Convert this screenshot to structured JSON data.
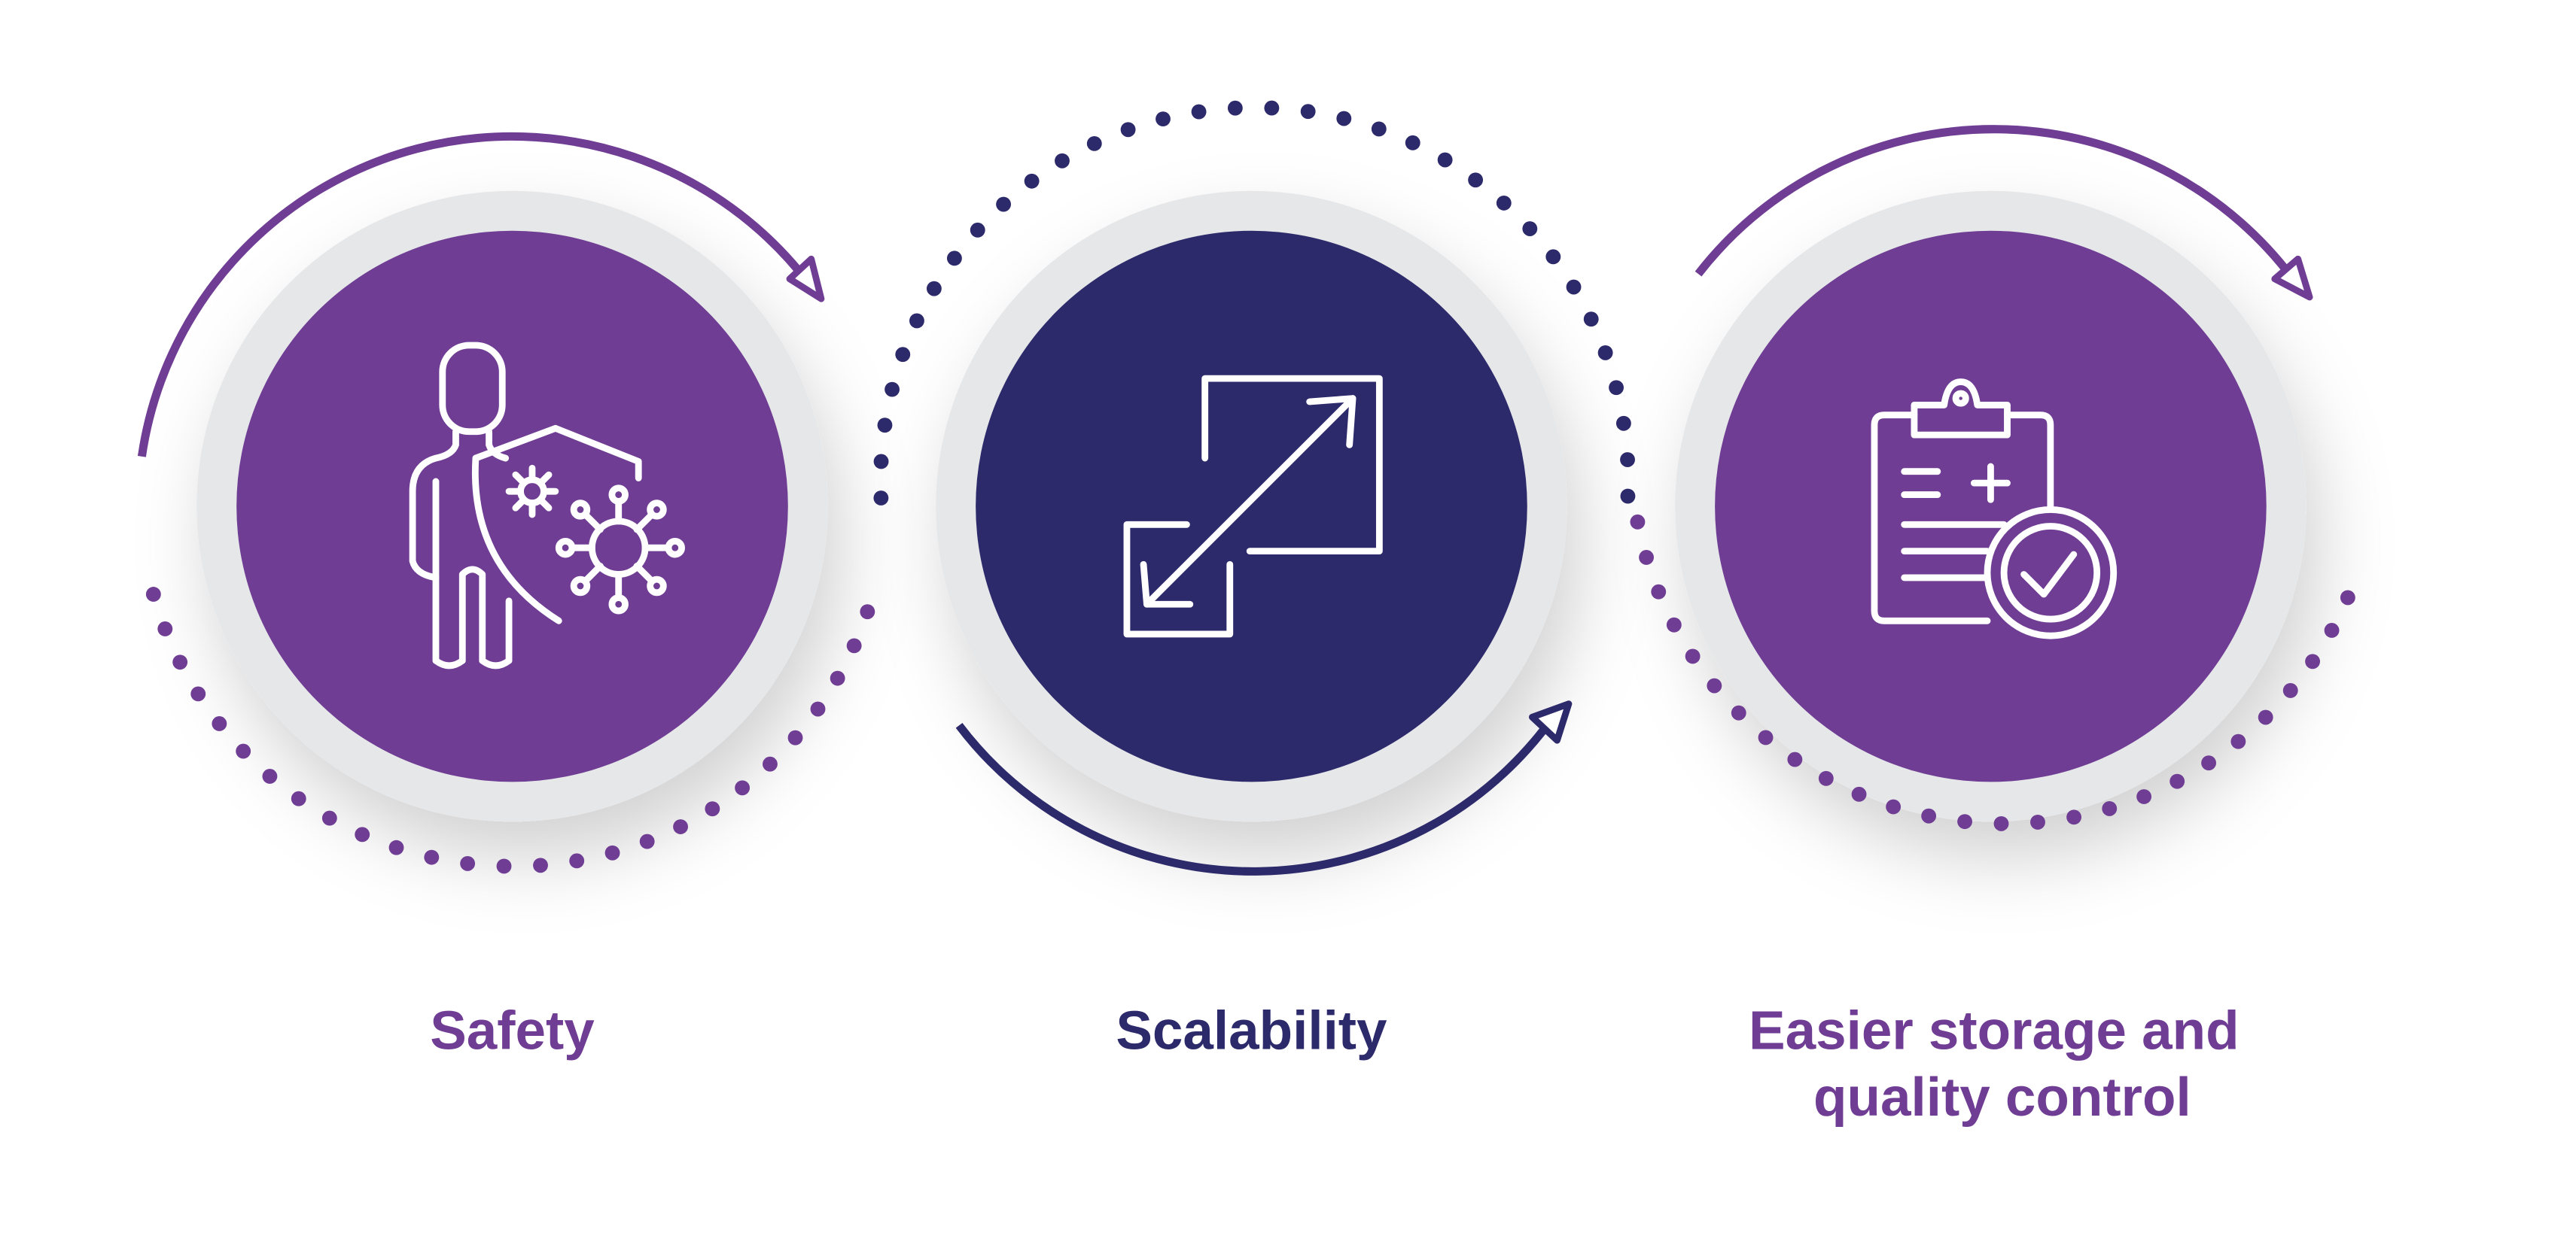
{
  "colors": {
    "purple": "#6f3d94",
    "navy": "#2d2a6b",
    "ring": "#e6e7e9"
  },
  "items": [
    {
      "label_lines": [
        "Safety"
      ],
      "icon": "person-shield-virus-icon",
      "color": "purple"
    },
    {
      "label_lines": [
        "Scalability"
      ],
      "icon": "expand-arrows-icon",
      "color": "navy"
    },
    {
      "label_lines": [
        "Easier storage and",
        "quality control"
      ],
      "icon": "clipboard-check-icon",
      "color": "purple"
    }
  ]
}
